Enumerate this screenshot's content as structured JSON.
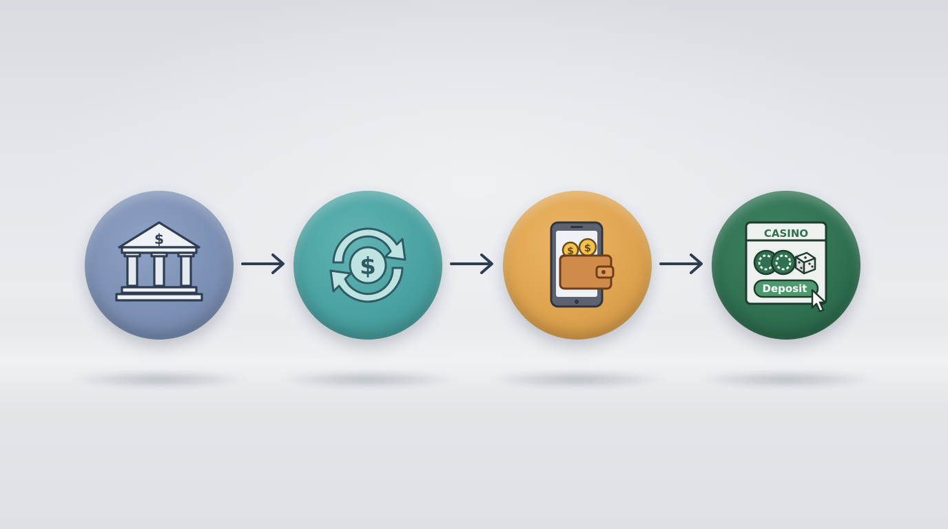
{
  "flow": {
    "steps": [
      {
        "id": "bank",
        "icon": "bank-building-icon",
        "color": "#7a8fb3"
      },
      {
        "id": "exchange",
        "icon": "currency-exchange-icon",
        "color": "#4a9fa0"
      },
      {
        "id": "mobile-wallet",
        "icon": "mobile-wallet-icon",
        "color": "#dea34f"
      },
      {
        "id": "casino",
        "icon": "casino-deposit-icon",
        "color": "#2f6e50"
      }
    ],
    "arrows": [
      "arrow-right-icon",
      "arrow-right-icon",
      "arrow-right-icon"
    ],
    "casino": {
      "title": "CASINO",
      "deposit_label": "Deposit"
    },
    "currency_symbol": "$",
    "arrow_color": "#2e3d52",
    "line_color": "#f4f6f8"
  }
}
